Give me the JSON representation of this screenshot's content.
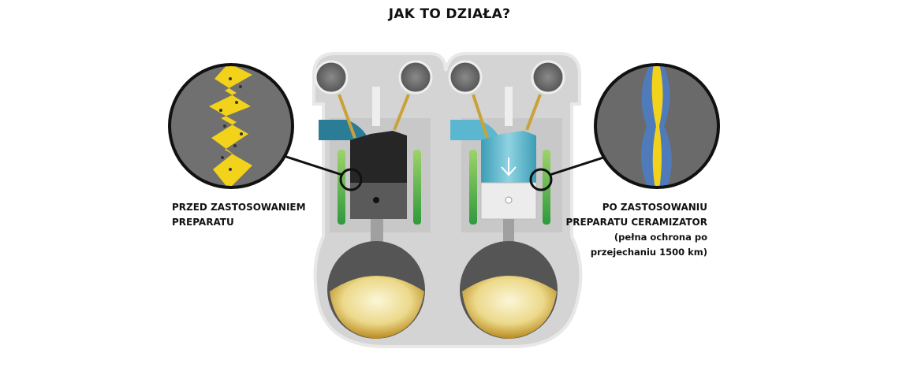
{
  "title": "JAK TO DZIAŁA?",
  "before": {
    "label_lines": [
      "PRZED ZASTOSOWANIEM",
      "PREPARATU"
    ]
  },
  "after": {
    "label_lines": [
      "PO ZASTOSOWANIU",
      "PREPARATU CERAMIZATOR"
    ],
    "note_lines": [
      "(pełna ochrona po",
      "przejechaniu 1500 km)"
    ]
  },
  "colors": {
    "damage_yellow": "#f2d21a",
    "ceramic_blue": "#4a90d9",
    "coolant_green": "#3aa843",
    "piston_after": "#5fb8cc",
    "oil": "#e6c66a"
  }
}
